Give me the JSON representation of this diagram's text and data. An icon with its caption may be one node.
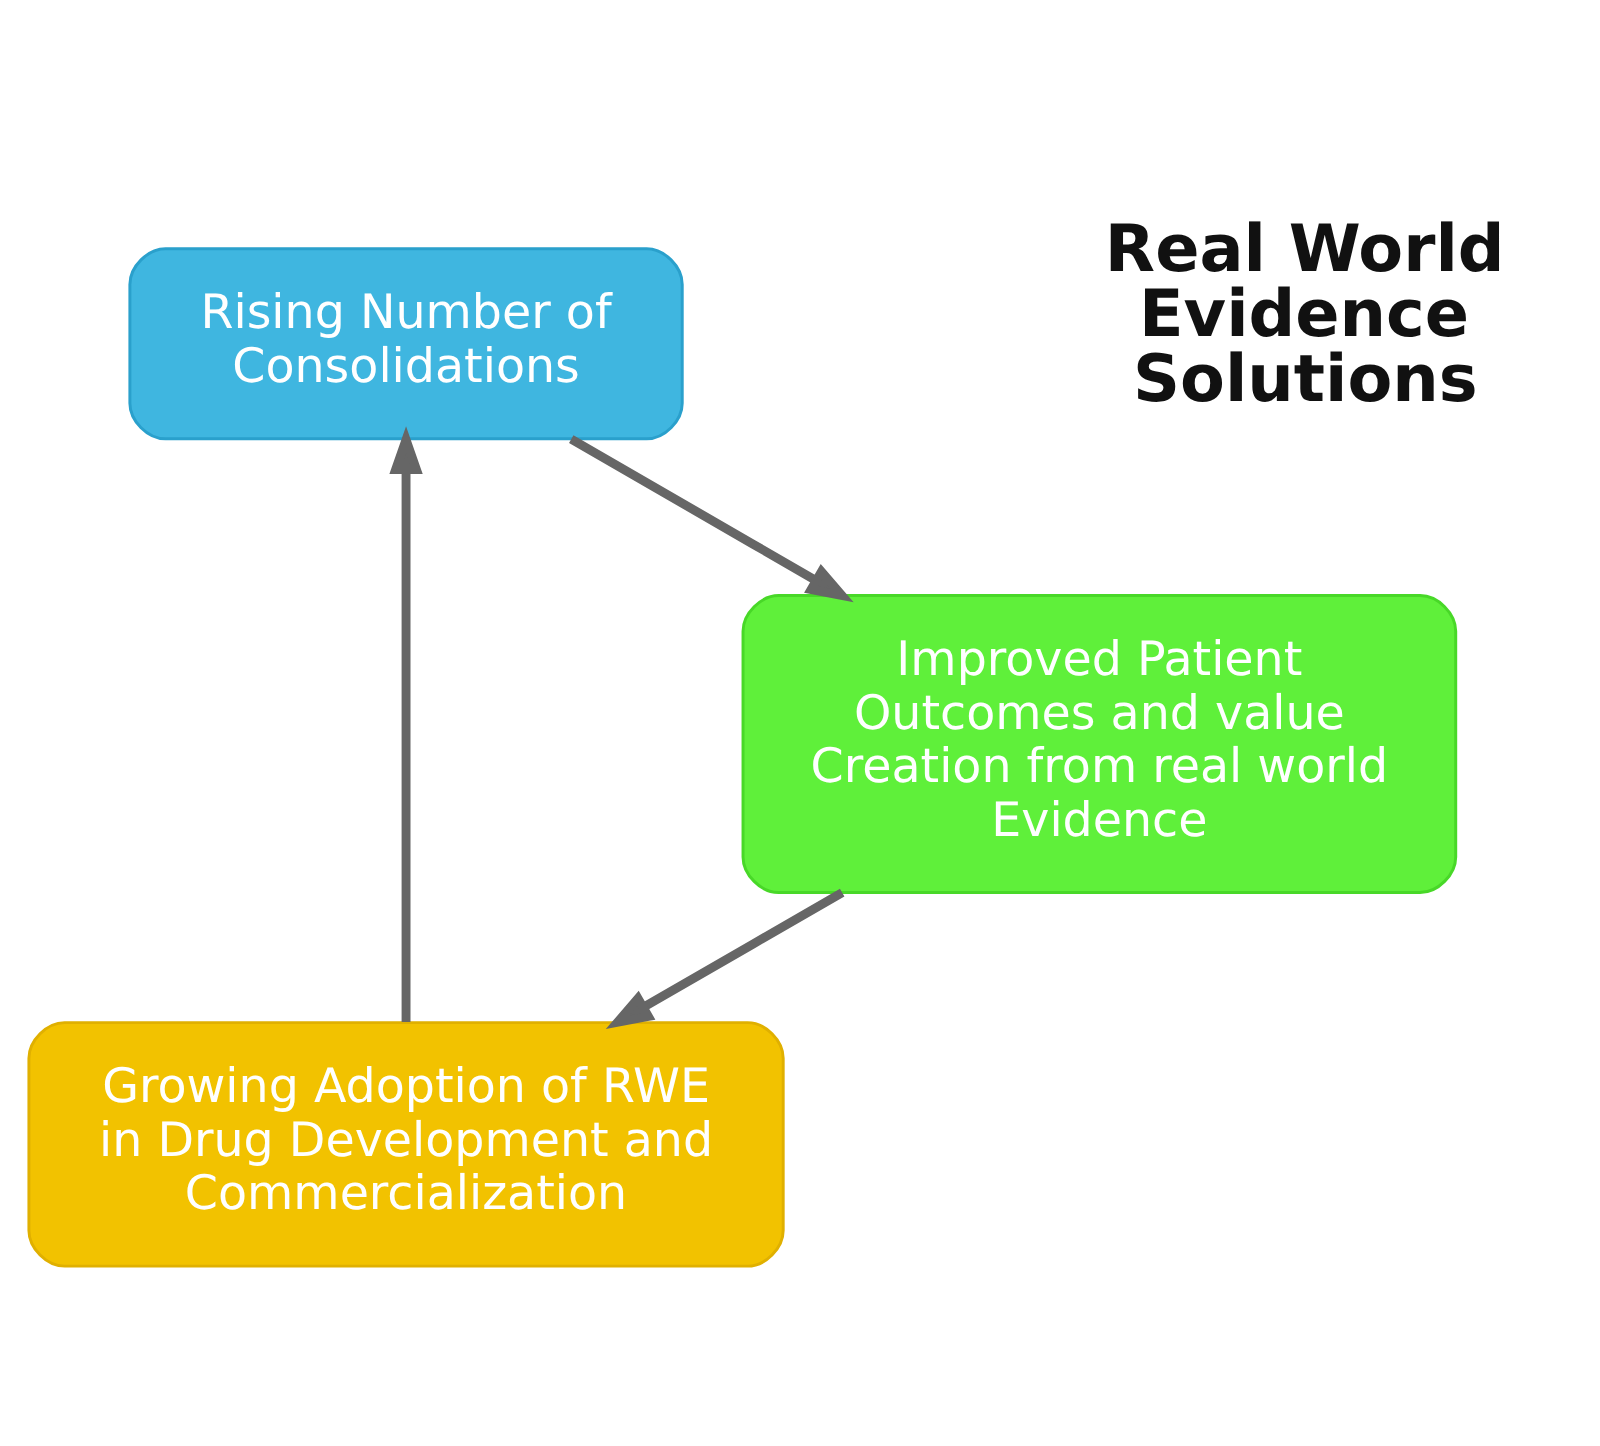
{
  "diagram": {
    "nodes": [
      {
        "text": [
          "Real World Evidence Solutions"
        ]
      },
      {
        "text": [
          "Growing Adoption of RWE in Drug Development and Commercialization"
        ]
      },
      {
        "text": [
          "Rising Number of Consolidations"
        ]
      },
      {
        "text": [
          "Improved Patient Outcomes and value Creation from real world Evidence"
        ]
      }
    ],
    "edges": [
      {
        "from": 1,
        "to": 2,
        "arrow": "to"
      },
      {
        "from": 2,
        "to": 3,
        "arrow": "to"
      },
      {
        "from": 3,
        "to": 1,
        "arrow": "to"
      }
    ]
  }
}
